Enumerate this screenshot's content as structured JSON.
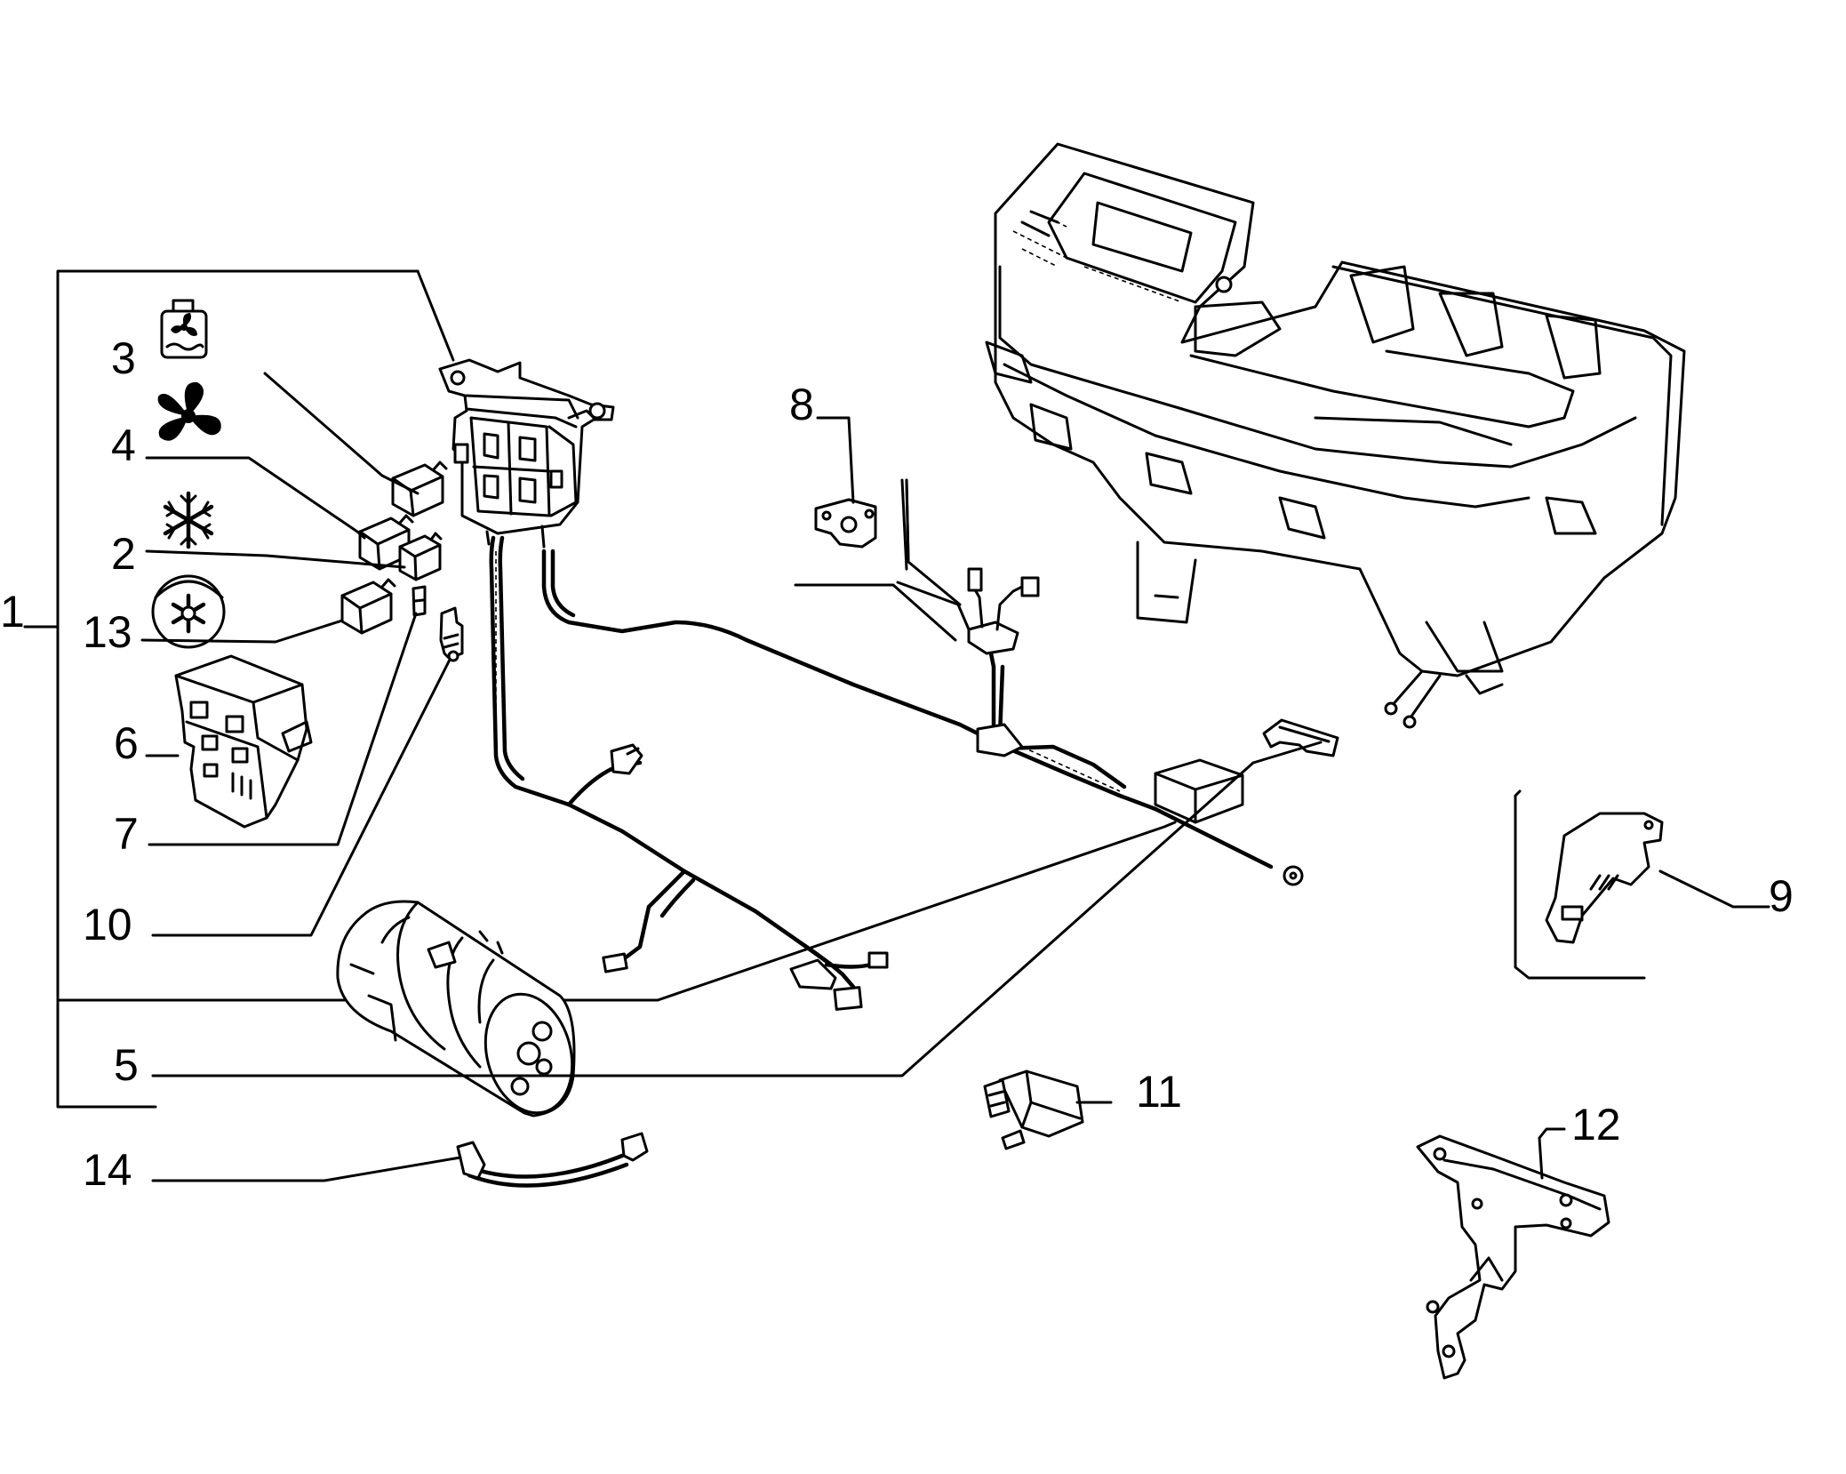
{
  "callouts": [
    {
      "id": "c1",
      "label": "1"
    },
    {
      "id": "c2",
      "label": "2"
    },
    {
      "id": "c3",
      "label": "3"
    },
    {
      "id": "c4",
      "label": "4"
    },
    {
      "id": "c5",
      "label": "5"
    },
    {
      "id": "c6",
      "label": "6"
    },
    {
      "id": "c7",
      "label": "7"
    },
    {
      "id": "c8",
      "label": "8"
    },
    {
      "id": "c9",
      "label": "9"
    },
    {
      "id": "c10",
      "label": "10"
    },
    {
      "id": "c11",
      "label": "11"
    },
    {
      "id": "c12",
      "label": "12"
    },
    {
      "id": "c13",
      "label": "13"
    },
    {
      "id": "c14",
      "label": "14"
    }
  ],
  "symbols": [
    {
      "name": "coolant-fan-icon"
    },
    {
      "name": "fan-icon"
    },
    {
      "name": "snowflake-icon"
    },
    {
      "name": "compressor-snowflake-icon"
    }
  ]
}
